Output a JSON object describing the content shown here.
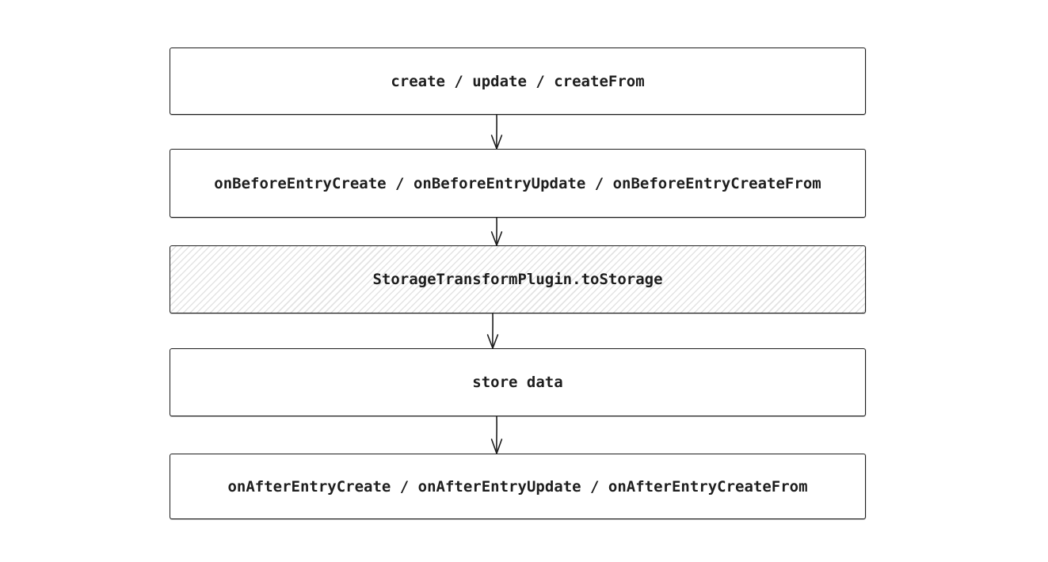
{
  "page": {
    "background_color": "#ffffff"
  },
  "diagram": {
    "type": "flowchart",
    "direction": "top-down",
    "style": "hand-drawn",
    "stroke_color": "#1e1e1e",
    "text_color": "#1e1e1e",
    "node_fill_color": "#ffffff",
    "hachure_line_color": "#e3e3e3",
    "nodes": [
      {
        "id": "entry-operations",
        "label": "create / update / createFrom",
        "fill": "solid-white"
      },
      {
        "id": "before-hooks",
        "label": "onBeforeEntryCreate / onBeforeEntryUpdate / onBeforeEntryCreateFrom",
        "fill": "solid-white"
      },
      {
        "id": "storage-transform",
        "label": "StorageTransformPlugin.toStorage",
        "fill": "hachure"
      },
      {
        "id": "store-data",
        "label": "store data",
        "fill": "solid-white"
      },
      {
        "id": "after-hooks",
        "label": "onAfterEntryCreate / onAfterEntryUpdate / onAfterEntryCreateFrom",
        "fill": "solid-white"
      }
    ],
    "connectors": [
      {
        "from": "entry-operations",
        "to": "before-hooks",
        "style": "arrow-down"
      },
      {
        "from": "before-hooks",
        "to": "storage-transform",
        "style": "arrow-down"
      },
      {
        "from": "storage-transform",
        "to": "store-data",
        "style": "arrow-down"
      },
      {
        "from": "store-data",
        "to": "after-hooks",
        "style": "arrow-down"
      }
    ]
  }
}
